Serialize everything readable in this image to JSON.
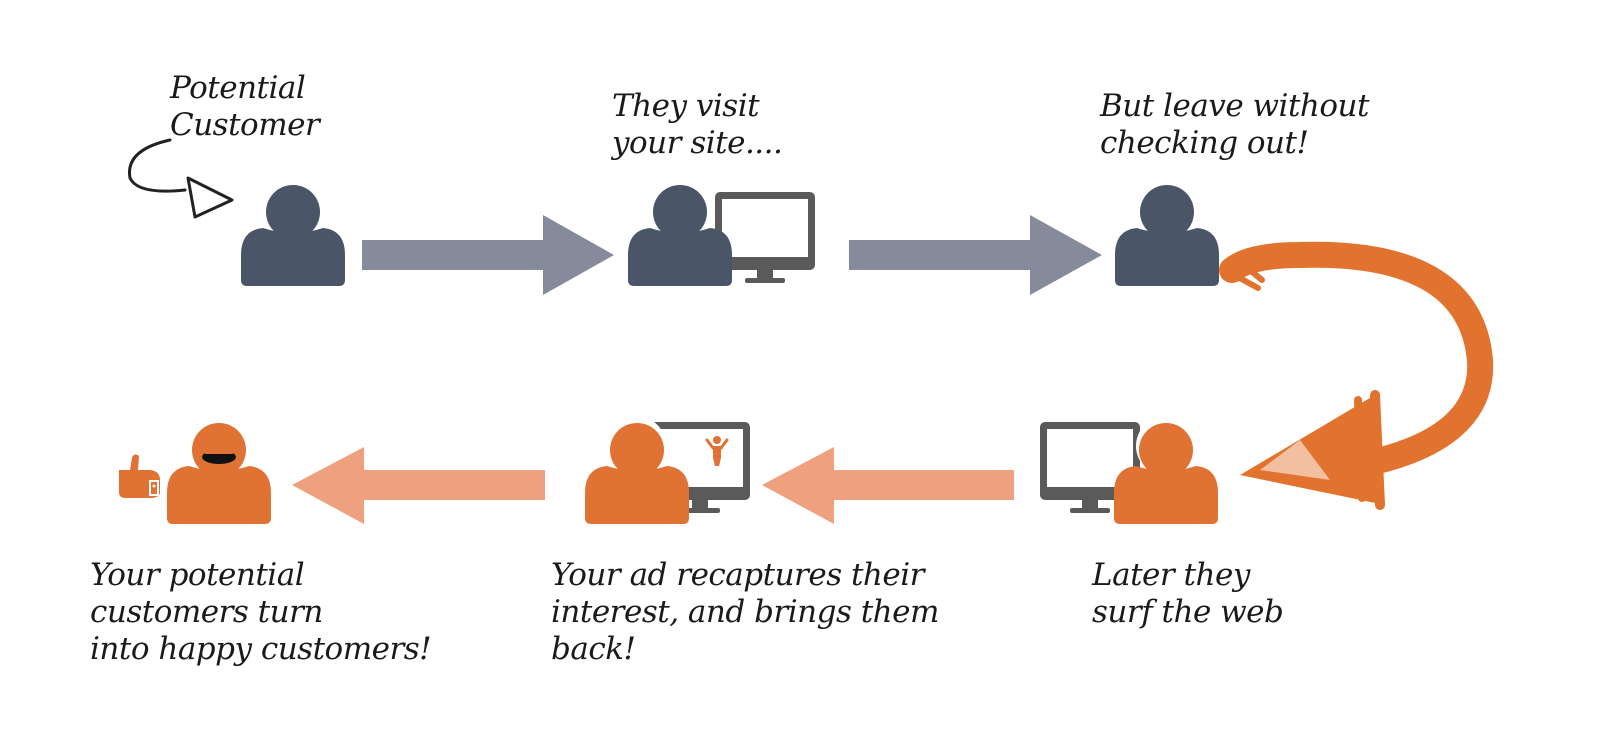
{
  "steps": {
    "potential_customer": {
      "label": "Potential\nCustomer"
    },
    "visit_site": {
      "label": "They visit\nyour site...."
    },
    "leave": {
      "label": "But leave without\nchecking out!"
    },
    "surf_web": {
      "label": "Later they\nsurf the web"
    },
    "ad_recapture": {
      "label": "Your ad recaptures their\ninterest, and brings them\nback!"
    },
    "happy": {
      "label": "Your potential\ncustomers turn\ninto happy customers!"
    }
  },
  "colors": {
    "person_gray": "#4b5568",
    "arrow_gray": "#858b9a",
    "monitor_gray": "#5a5a5a",
    "person_orange": "#e07334",
    "arrow_orange_light": "#efa07e",
    "brush_orange": "#e2732f"
  },
  "icons": [
    "person-icon",
    "monitor-icon",
    "arrow-right-icon",
    "arrow-left-icon",
    "thumbs-up-icon",
    "curved-brush-arrow-icon",
    "hand-drawn-arrow-icon"
  ]
}
